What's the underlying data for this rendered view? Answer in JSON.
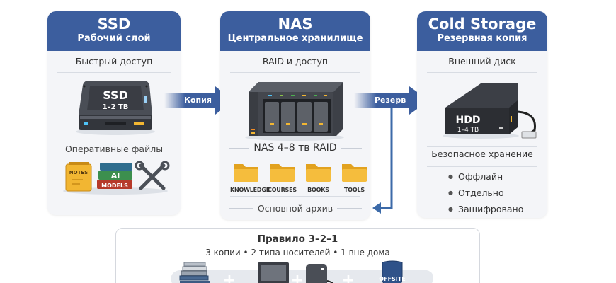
{
  "ssd": {
    "title": "SSD",
    "subtitle": "Рабочий слой",
    "caption": "Быстрый доступ",
    "device_label": "SSD",
    "device_capacity": "1–2 TB",
    "section_label": "Оперативные файлы",
    "icons": {
      "notes": "NOTES",
      "books_top": "AI",
      "books_bottom": "MODELS"
    }
  },
  "arrow_copy": {
    "label": "Копия"
  },
  "nas": {
    "title": "NAS",
    "subtitle": "Центральное хранилище",
    "caption": "RAID и доступ",
    "section_label": "NAS 4–8 тв RAID",
    "folders": [
      {
        "label": "KNOWLEDGE"
      },
      {
        "label": "COURSES"
      },
      {
        "label": "BOOKS"
      },
      {
        "label": "TOOLS"
      }
    ],
    "footer_label": "Основной архив"
  },
  "arrow_backup": {
    "label": "Резерв"
  },
  "cold": {
    "title": "Cold Storage",
    "subtitle": "Резервная копия",
    "caption": "Внешний диск",
    "device_label": "HDD",
    "device_capacity": "1–4 TB",
    "section_label": "Безопасное хранение",
    "bullets": [
      "Оффлайн",
      "Отдельно",
      "Зашифровано"
    ]
  },
  "rule": {
    "title": "Правило 3–2–1",
    "subtitle": "3 копии • 2 типа носителей • 1 вне дома",
    "plus": "+",
    "offsite_label": "OFFSITE"
  },
  "colors": {
    "brand_blue": "#3c5e9e",
    "folder": "#f2b632",
    "card_bg": "#f4f5f8"
  }
}
